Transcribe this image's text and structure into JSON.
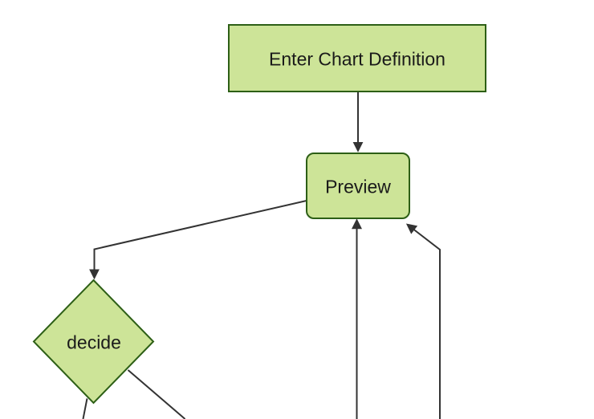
{
  "diagram": {
    "type": "flowchart",
    "direction": "top-down",
    "theme": "forest",
    "colors": {
      "background": "#ffffff",
      "node_fill": "#cde498",
      "node_border": "#2d5f16",
      "edge": "#333333",
      "text": "#1a1a1a"
    },
    "nodes": {
      "enter": {
        "label": "Enter Chart Definition",
        "shape": "rectangle"
      },
      "preview": {
        "label": "Preview",
        "shape": "rounded-rectangle"
      },
      "decide": {
        "label": "decide",
        "shape": "diamond"
      }
    },
    "edges": [
      {
        "from": "enter",
        "to": "preview",
        "arrowhead": true
      },
      {
        "from": "preview",
        "to": "decide",
        "arrowhead": true
      },
      {
        "from": "decide",
        "to": "offscreen-bottom-left",
        "arrowhead": false
      },
      {
        "from": "decide",
        "to": "offscreen-bottom-right",
        "arrowhead": false
      },
      {
        "from": "offscreen-bottom",
        "to": "preview",
        "arrowhead": true
      },
      {
        "from": "offscreen-bottom-right",
        "to": "preview",
        "arrowhead": true
      }
    ]
  }
}
